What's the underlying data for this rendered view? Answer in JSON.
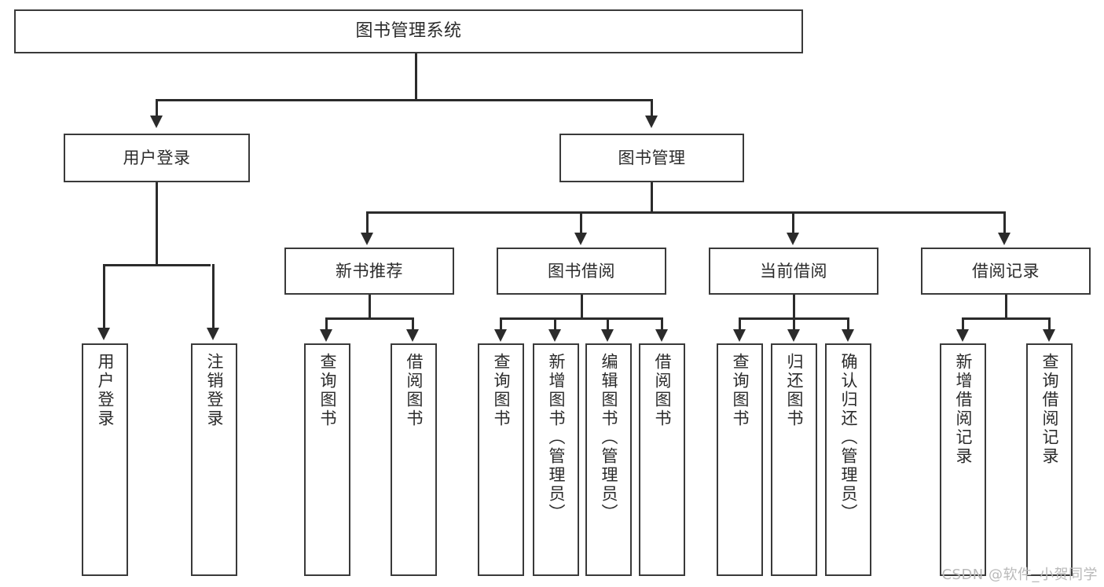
{
  "diagram": {
    "type": "tree-hierarchy-chart",
    "title": "图书管理系统",
    "root": {
      "label": "图书管理系统"
    },
    "level2": [
      {
        "label": "用户登录"
      },
      {
        "label": "图书管理"
      }
    ],
    "level3": [
      {
        "label": "新书推荐"
      },
      {
        "label": "图书借阅"
      },
      {
        "label": "当前借阅"
      },
      {
        "label": "借阅记录"
      }
    ],
    "leaves": {
      "user_login": [
        {
          "label": "用户登录"
        },
        {
          "label": "注销登录"
        }
      ],
      "new_book_recommend": [
        {
          "label": "查询图书"
        },
        {
          "label": "借阅图书"
        }
      ],
      "book_borrow": [
        {
          "label": "查询图书"
        },
        {
          "label": "新增图书（管理员）"
        },
        {
          "label": "编辑图书（管理员）"
        },
        {
          "label": "借阅图书"
        }
      ],
      "current_borrow": [
        {
          "label": "查询图书"
        },
        {
          "label": "归还图书"
        },
        {
          "label": "确认归还（管理员）"
        }
      ],
      "borrow_record": [
        {
          "label": "新增借阅记录"
        },
        {
          "label": "查询借阅记录"
        }
      ]
    }
  },
  "watermark": {
    "text": "CSDN @软件_小贺同学"
  },
  "colors": {
    "box_border": "#3a3a3a",
    "line": "#2b2b2b",
    "text": "#2b2b2b",
    "background": "#ffffff",
    "watermark": "#b9b9b9"
  }
}
